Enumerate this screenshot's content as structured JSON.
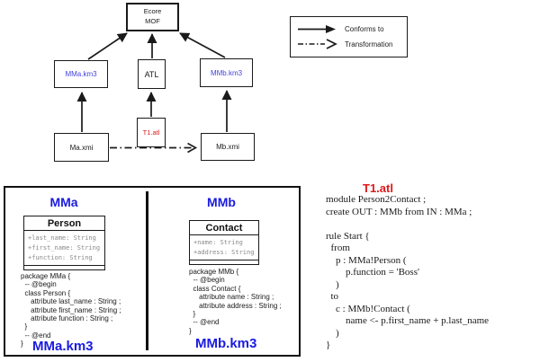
{
  "colors": {
    "title_blue": "#1a1ae0",
    "diagram_label_blue": "#4444dd",
    "accent_red": "#e01818",
    "ink": "#1a1a1a",
    "attribute_gray": "#8a8a8a"
  },
  "diagram": {
    "nodes": {
      "ecore_line1": "Ecore",
      "ecore_line2": "MOF",
      "mma_km3": "MMa.km3",
      "atl": "ATL",
      "mmb_km3": "MMb.km3",
      "ma_xmi": "Ma.xmi",
      "t1_atl": "T1.atl",
      "mb_xmi": "Mb.xmi"
    },
    "legend": {
      "conforms_to": "Conforms to",
      "transformation": "Transformation"
    }
  },
  "mma_panel": {
    "title": "MMa",
    "class_name": "Person",
    "attributes": [
      "+last_name: String",
      "+first_name: String",
      "+function: String"
    ],
    "code": "package MMa {\n  -- @begin\n  class Person {\n     attribute last_name : String ;\n     attribute first_name : String ;\n     attribute function : String ;\n  }\n  -- @end\n}",
    "footer": "MMa.km3"
  },
  "mmb_panel": {
    "title": "MMb",
    "class_name": "Contact",
    "attributes": [
      "+name: String",
      "+address: String"
    ],
    "code": "package MMb {\n  -- @begin\n  class Contact {\n     attribute name : String ;\n     attribute address : String ;\n  }\n  -- @end\n}",
    "footer": "MMb.km3"
  },
  "atl_panel": {
    "title": "T1.atl",
    "code": "module Person2Contact ;\ncreate OUT : MMb from IN : MMa ;\n\nrule Start {\n  from\n    p : MMa!Person (\n        p.function = 'Boss'\n    )\n  to\n    c : MMb!Contact (\n        name <- p.first_name + p.last_name\n    )\n}"
  }
}
